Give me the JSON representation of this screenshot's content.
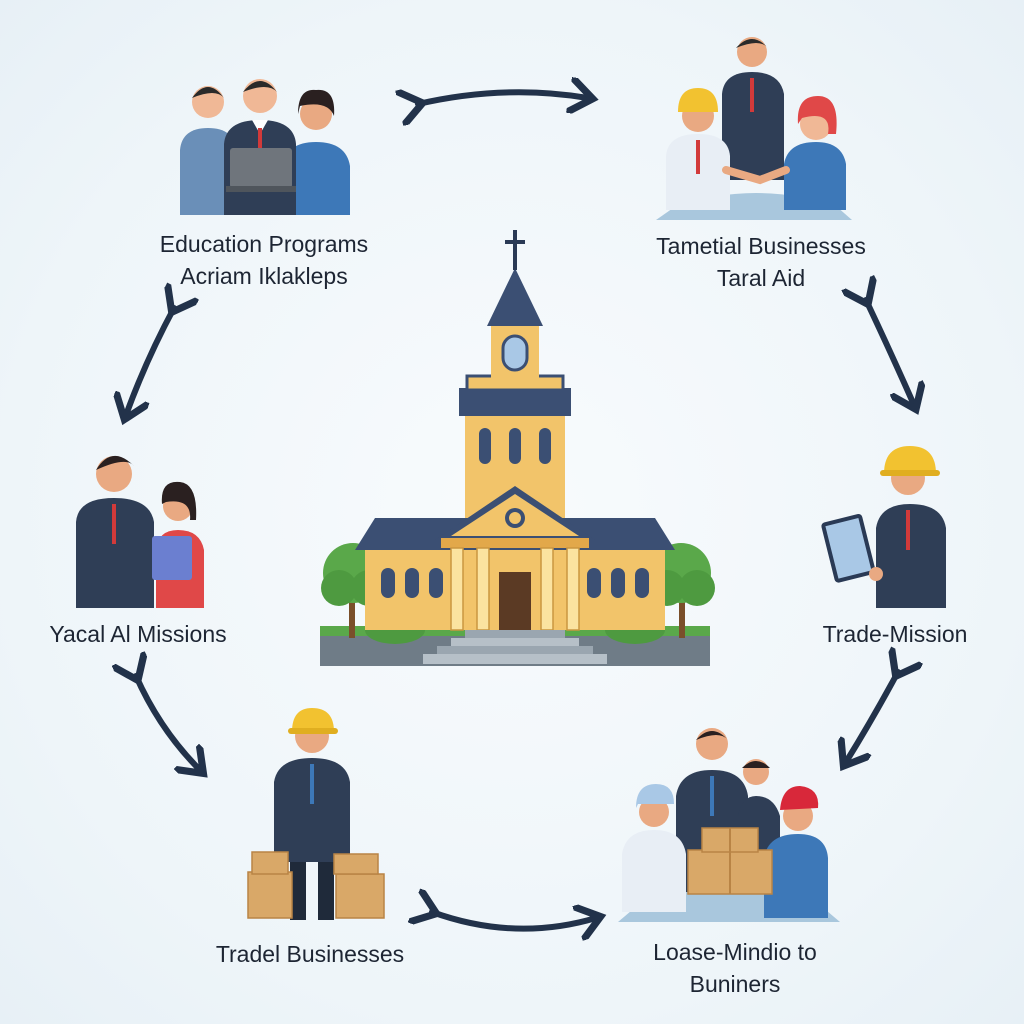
{
  "nodes": {
    "top_left": {
      "line1": "Education Programs",
      "line2": "Acriam Iklakleps"
    },
    "top_right": {
      "line1": "Tametial Businesses",
      "line2": "Taral Aid"
    },
    "left": {
      "line1": "Yacal Al Missions"
    },
    "right": {
      "line1": "Trade-Mission"
    },
    "bottom_left": {
      "line1": "Tradel Businesses"
    },
    "bottom_right": {
      "line1": "Loase-Mindio to",
      "line2": "Buniners"
    }
  },
  "colors": {
    "arrow": "#22324a",
    "navy": "#2a3a55",
    "roof": "#3b4f73",
    "wall": "#f2c46a",
    "tree": "#5aa84a",
    "hat": "#f2c230",
    "box": "#d9a868"
  },
  "center_icon": "church-building-icon"
}
